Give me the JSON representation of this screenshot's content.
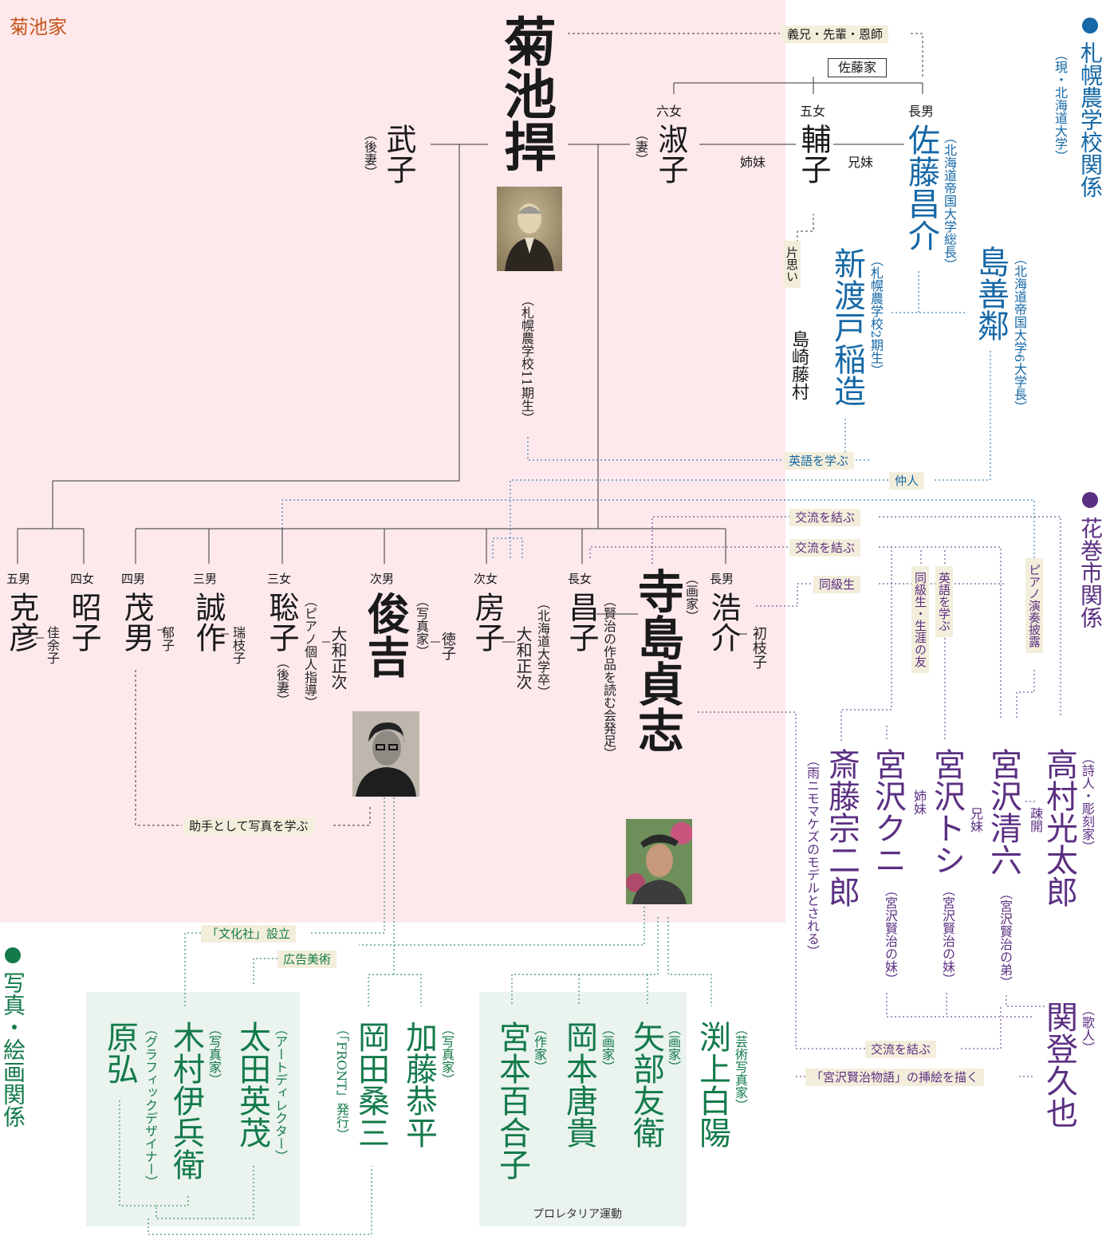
{
  "sections": {
    "kikuchi": "菊池家",
    "sapporo": "札幌農学校関係",
    "sapporo_sub": "（現・北海道大学）",
    "hanamaki": "花巻市関係",
    "photo_art": "写真・絵画関係",
    "sato": "佐藤家"
  },
  "colors": {
    "blue": "#1668a6",
    "purple": "#5b2f82",
    "green": "#137a4a",
    "orange": "#c8541a",
    "pink_bg": "#fde9ec",
    "green_bg": "#eaf3ee",
    "label_bg": "#f3eedb"
  },
  "persons": {
    "kikuchi_kan": {
      "name": "菊池捍",
      "note": "（札幌農学校11期生）"
    },
    "takeko": {
      "name": "武子",
      "note": "（後妻）"
    },
    "yoshiko": {
      "name": "淑子",
      "note": "（妻）",
      "rank": "六女"
    },
    "hoko": {
      "name": "輔子",
      "rank": "五女"
    },
    "sato_shosuke": {
      "name": "佐藤昌介",
      "note": "（北海道帝国大学総長）",
      "rank": "長男"
    },
    "nitobe": {
      "name": "新渡戸稲造",
      "note": "（札幌農学校2期生）"
    },
    "shimazaki": {
      "name": "島崎藤村"
    },
    "shima_zenrin": {
      "name": "島善鄰",
      "note": "（北海道帝国大学6大学長）"
    },
    "katsuhiko": {
      "name": "克彦",
      "rank": "五男",
      "spouse": "佳余子"
    },
    "akiko": {
      "name": "昭子",
      "rank": "四女"
    },
    "shigeo": {
      "name": "茂男",
      "rank": "四男",
      "spouse": "郁子"
    },
    "seisaku": {
      "name": "誠作",
      "rank": "三男",
      "spouse": "瑞枝子"
    },
    "satoko": {
      "name": "聡子",
      "rank": "三女",
      "note": "（ピアノ個人指導）",
      "spouse": "大和正次",
      "spouse_note": "（後妻）"
    },
    "shunkichi": {
      "name": "俊吉",
      "rank": "次男",
      "note": "（写真家）",
      "spouse": "徳子"
    },
    "fusako": {
      "name": "房子",
      "rank": "次女",
      "spouse": "大和正次",
      "spouse_note": "（北海道大学卒）"
    },
    "masako": {
      "name": "昌子",
      "rank": "長女",
      "note": "（賢治の作品を読む会発足）"
    },
    "terashima": {
      "name": "寺島貞志",
      "note": "（画家）"
    },
    "kosuke": {
      "name": "浩介",
      "rank": "長男",
      "spouse": "初枝子"
    },
    "saito": {
      "name": "斎藤宗二郎",
      "note": "（雨ニモマケズのモデルとされる）"
    },
    "kuni": {
      "name": "宮沢クニ",
      "note": "（宮沢賢治の妹）"
    },
    "toshi": {
      "name": "宮沢トシ",
      "note": "（宮沢賢治の妹）"
    },
    "seiroku": {
      "name": "宮沢清六",
      "note": "（宮沢賢治の弟）"
    },
    "takamura": {
      "name": "高村光太郎",
      "note": "（詩人・彫刻家）"
    },
    "seki": {
      "name": "関登久也",
      "note": "（歌人）"
    },
    "hara": {
      "name": "原弘",
      "note": "（グラフィックデザイナー）"
    },
    "kimura": {
      "name": "木村伊兵衛",
      "note": "（写真家）"
    },
    "ota": {
      "name": "太田英茂",
      "note": "（アートディレクター）"
    },
    "okada": {
      "name": "岡田桑三",
      "note": "（「FRONT」発行）"
    },
    "kato": {
      "name": "加藤恭平",
      "note": "（写真家）"
    },
    "miyamoto": {
      "name": "宮本百合子",
      "note": "（作家）"
    },
    "okamoto": {
      "name": "岡本唐貴",
      "note": "（画家）"
    },
    "yabe": {
      "name": "矢部友衛",
      "note": "（画家）"
    },
    "fuchigami": {
      "name": "渕上白陽",
      "note": "（芸術写真家）"
    }
  },
  "relations": {
    "giken": "義兄・先輩・恩師",
    "shimai": "姉妹",
    "kyomai": "兄妹",
    "kataomoi": "片思い",
    "eigo": "英語を学ぶ",
    "nakodo": "仲人",
    "koryu1": "交流を結ぶ",
    "koryu2": "交流を結ぶ",
    "dokyusei": "同級生",
    "dokyusei_tomo": "同級生・生涯の友",
    "eigo2": "英語を学ぶ",
    "piano": "ピアノ演奏披露",
    "sokai": "疎開",
    "kyomai2": "兄妹",
    "shimai2": "姉妹",
    "koryu3": "交流を結ぶ",
    "sashie": "「宮沢賢治物語」の挿絵を描く",
    "joshu": "助手として写真を学ぶ",
    "bunkasha": "「文化社」設立",
    "kokoku": "広告美術",
    "proletaria": "プロレタリア運動"
  }
}
